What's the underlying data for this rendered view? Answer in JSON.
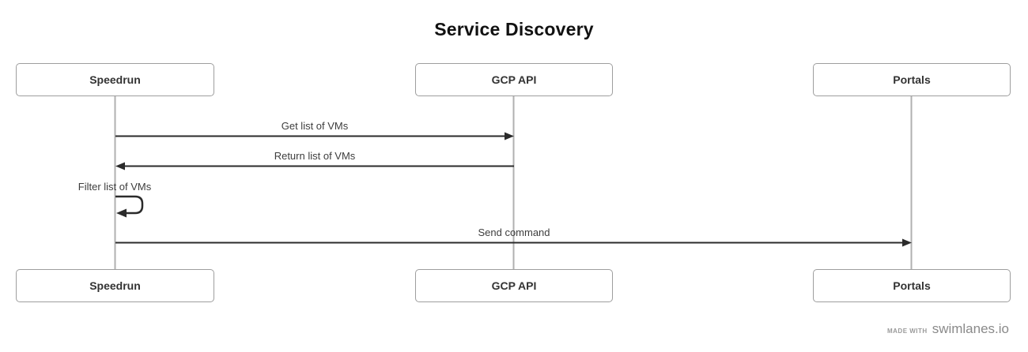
{
  "title": "Service Discovery",
  "actors": [
    {
      "label": "Speedrun"
    },
    {
      "label": "GCP API"
    },
    {
      "label": "Portals"
    }
  ],
  "messages": [
    {
      "label": "Get list of VMs",
      "from": "Speedrun",
      "to": "GCP API",
      "direction": "right"
    },
    {
      "label": "Return list of VMs",
      "from": "GCP API",
      "to": "Speedrun",
      "direction": "left"
    },
    {
      "label": "Filter list of VMs",
      "from": "Speedrun",
      "to": "Speedrun",
      "direction": "self"
    },
    {
      "label": "Send command",
      "from": "Speedrun",
      "to": "Portals",
      "direction": "right"
    }
  ],
  "footer": {
    "made_with": "Made with",
    "brand": "swimlanes.io"
  },
  "colors": {
    "arrow": "#2b2b2b",
    "lifeline": "#b0b0b0",
    "box_border": "#9e9e9e",
    "text": "#333333",
    "footer_text": "#8a8a8a"
  }
}
